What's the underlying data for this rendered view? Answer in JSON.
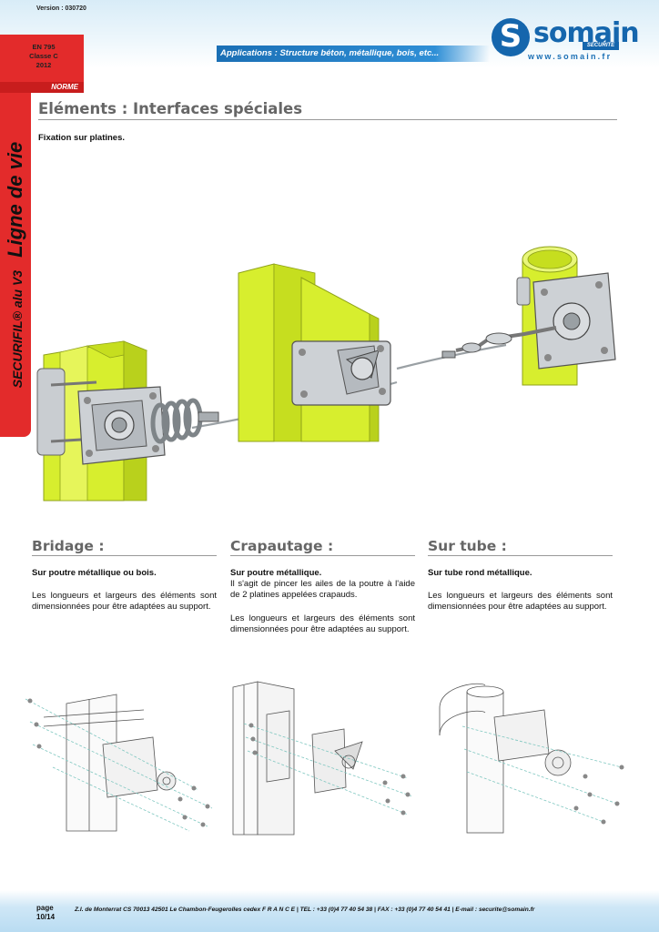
{
  "header": {
    "version": "Version : 030720",
    "applications_label": "Applications :",
    "applications_text": "Structure béton, métallique, bois, etc...",
    "logo_word": "somain",
    "logo_tag": "SECURITE",
    "logo_url": "www.somain.fr"
  },
  "norm": {
    "line1": "EN 795",
    "line2": "Classe C",
    "line3": "2012",
    "label": "NORME"
  },
  "sidebar": {
    "product": "SECURIFIL® alu V3",
    "category": "Ligne de vie"
  },
  "main": {
    "title": "Eléments : Interfaces spéciales",
    "subtitle": "Fixation sur platines."
  },
  "columns": [
    {
      "title": "Bridage :",
      "sub": "Sur poutre métallique ou bois.",
      "para1": "",
      "para2": "Les longueurs et largeurs des éléments sont dimensionnées  pour être adaptées au support."
    },
    {
      "title": "Crapautage :",
      "sub": "Sur poutre métallique.",
      "para1": "Il s'agit de pincer les ailes de la poutre à l'aide de 2 platines appelées crapauds.",
      "para2": "Les longueurs et largeurs des éléments sont dimensionnées  pour être adaptées au support."
    },
    {
      "title": "Sur tube :",
      "sub": "Sur tube rond métallique.",
      "para1": "",
      "para2": "Les longueurs et largeurs des éléments sont dimensionnées  pour être adaptées au support."
    }
  ],
  "footer": {
    "page_word": "page",
    "page_num": "10/14",
    "address": "Z.I. de Monterrat CS 70013 42501 Le Chambon-Feugerolles cedex F R A N C E | TEL : +33 (0)4 77 40 54 38 | FAX : +33 (0)4 77 40 54 41 | E-mail : securite@somain.fr"
  },
  "colors": {
    "brand_blue": "#1566ad",
    "norm_red": "#e32b2b",
    "post_yellow": "#d7ee2e"
  }
}
